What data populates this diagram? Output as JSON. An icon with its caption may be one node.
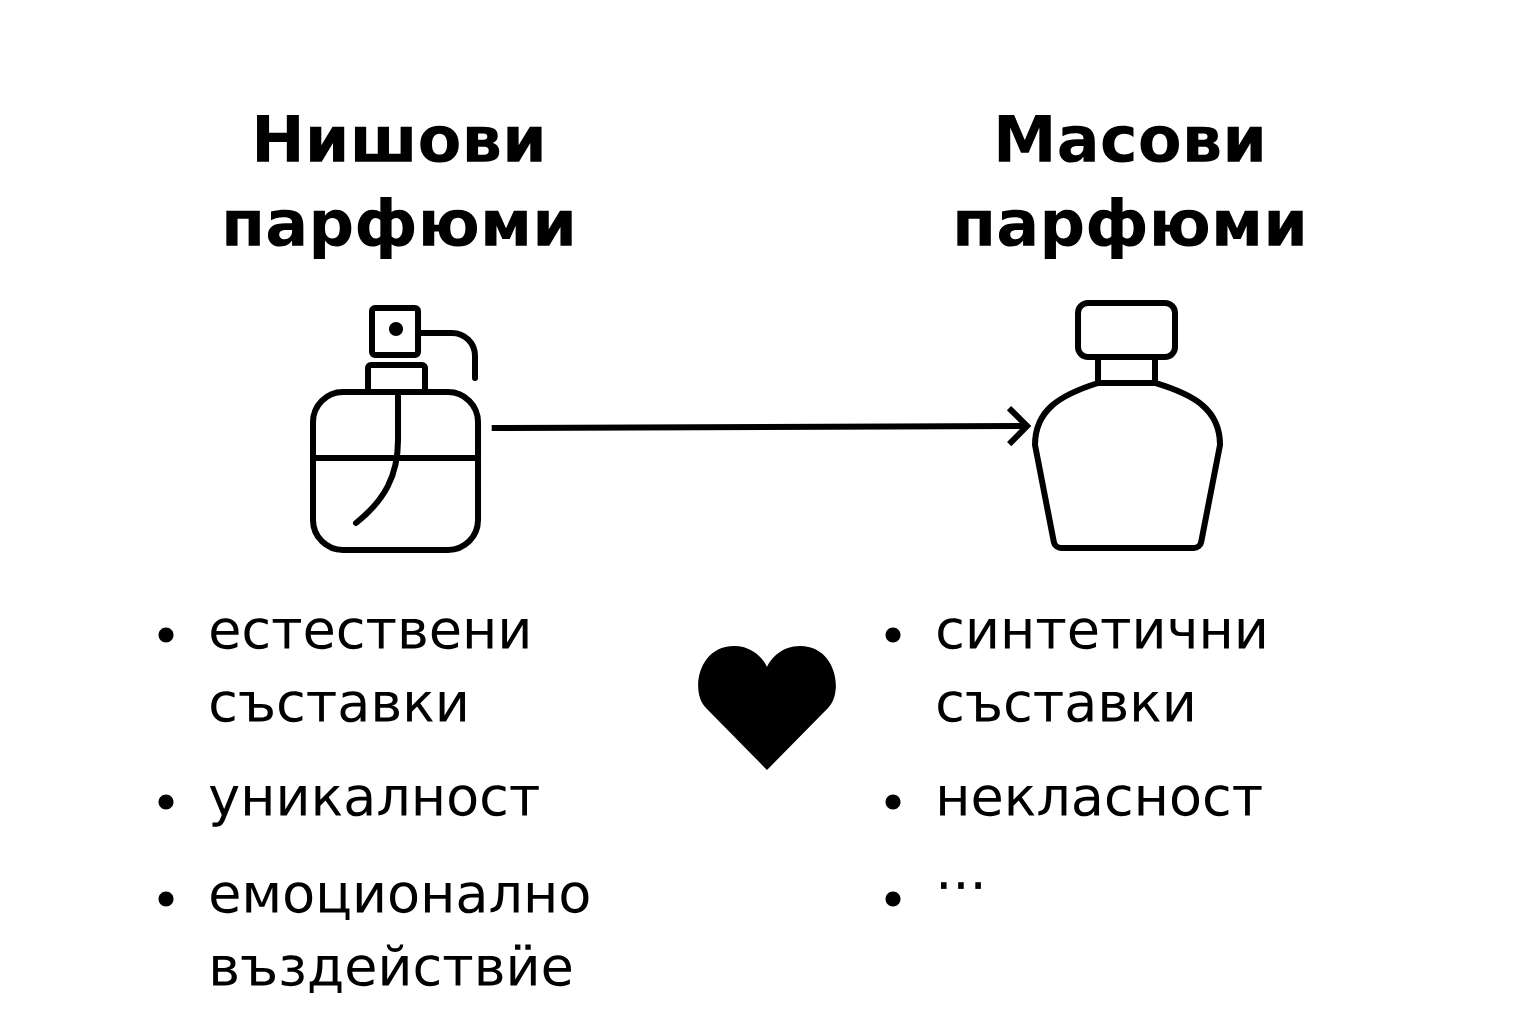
{
  "diagram": {
    "nodes": [
      {
        "text": [],
        "shape": "bottle",
        "beside": [
          "Нишови парфюми"
        ]
      },
      {
        "text": [],
        "shape": "bottle",
        "beside": [
          "Масови парфюми"
        ]
      }
    ],
    "edges": [
      {
        "from": 0,
        "to": 1,
        "arrow": "to"
      }
    ],
    "labels": [
      "естествени съставки",
      "синтетични съставки",
      "уникалност",
      "некласност",
      "емоционално въздействӥе",
      "..."
    ]
  }
}
